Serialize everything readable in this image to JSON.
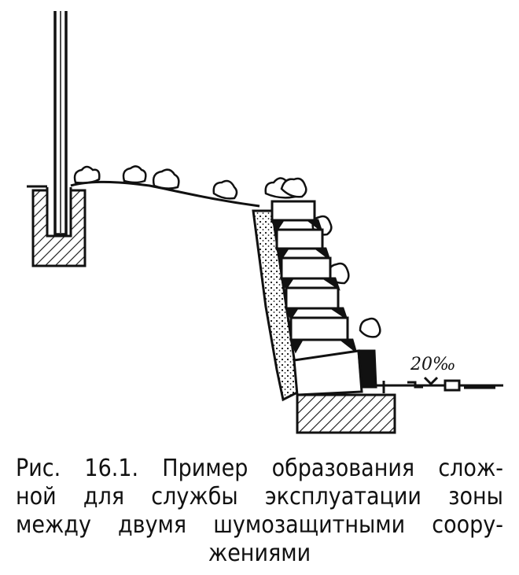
{
  "figure": {
    "slope_label": "20‰"
  },
  "caption": {
    "lines": [
      "Рис. 16.1. Пример образования слож-",
      "ной для службы эксплуатации зоны",
      "между двумя шумозащитными соору-",
      "жениями"
    ]
  },
  "colors": {
    "ink": "#111111",
    "paper": "#ffffff"
  }
}
